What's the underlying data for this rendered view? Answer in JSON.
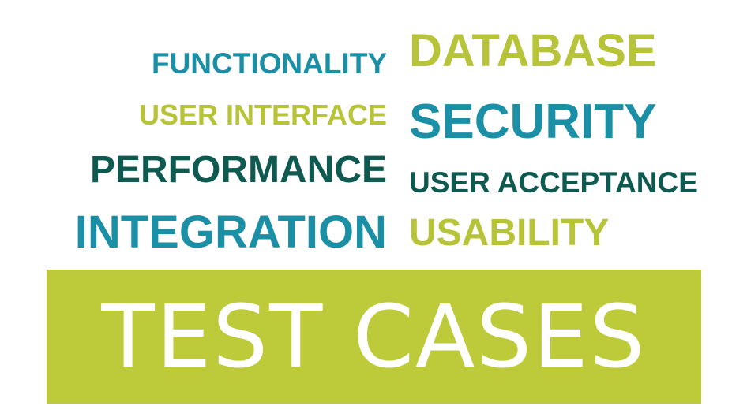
{
  "colors": {
    "teal": "#1b8fa6",
    "dark_green": "#0f5a50",
    "lime": "#b7c43a",
    "banner_background": "#bdcb3b",
    "banner_text": "#ffffff"
  },
  "words": {
    "functionality": "FUNCTIONALITY",
    "user_interface": "USER INTERFACE",
    "performance": "PERFORMANCE",
    "integration": "INTEGRATION",
    "database": "DATABASE",
    "security": "SECURITY",
    "user_acceptance": "USER ACCEPTANCE",
    "usability": "USABILITY"
  },
  "banner": {
    "title": "TEST CASES"
  }
}
